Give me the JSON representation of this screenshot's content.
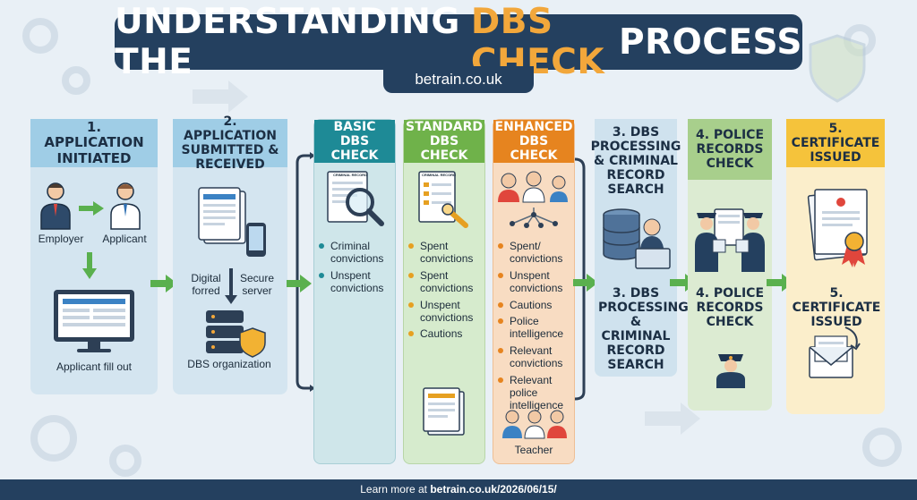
{
  "title": {
    "part1": "UNDERSTANDING THE",
    "accent": "DBS CHECK",
    "part2": "PROCESS"
  },
  "site": "betrain.co.uk",
  "steps": {
    "application_initiated": {
      "title": "1. APPLICATION INITIATED",
      "employer": "Employer",
      "applicant": "Applicant",
      "fill_out": "Applicant fill out"
    },
    "application_submitted": {
      "title": "2. APPLICATION SUBMITTED & RECEIVED",
      "digital_form": "Digital forred",
      "secure_server": "Secure server",
      "dbs_org": "DBS organization"
    },
    "basic": {
      "title": "BASIC DBS CHECK",
      "doc_label": "CRIMINAL RECORD",
      "items": [
        "Criminal convictions",
        "Unspent convictions"
      ]
    },
    "standard": {
      "title": "STANDARD DBS CHECK",
      "doc_label": "CRIMINAL RECORD",
      "items": [
        "Spent convictions",
        "Spent convictions",
        "Unspent convictions",
        "Cautions"
      ]
    },
    "enhanced": {
      "title": "ENHANCED DBS CHECK",
      "items": [
        "Spent/ convictions",
        "Unspent convictions",
        "Cautions",
        "Police intelligence",
        "Relevant convictions",
        "Relevant police intelligence"
      ],
      "teacher": "Teacher"
    },
    "processing": {
      "title": "3. DBS PROCESSING & CRIMINAL RECORD SEARCH",
      "title_repeat": "3. DBS PROCESSING & CRIMINAL RECORD SEARCH"
    },
    "police": {
      "title": "4. POLICE RECORDS CHECK",
      "title_repeat": "4. POLICE RECORDS CHECK"
    },
    "certificate": {
      "title": "5. CERTIFICATE ISSUED",
      "title_repeat": "5. CERTIFICATE ISSUED"
    }
  },
  "footer": {
    "prefix": "Learn more at",
    "link": "betrain.co.uk/2026/06/15/"
  },
  "colors": {
    "navy": "#24405f",
    "accent": "#f2a73b",
    "blue_panel": "#cfe2ee",
    "blue_head": "#9fcde6",
    "teal": "#1e8a96",
    "green": "#6fb24a",
    "orange": "#e6841f",
    "police_green": "#a8cf8c",
    "cert_yellow": "#f5c33b"
  },
  "icons": [
    "gear-icon",
    "shield-icon",
    "employer-icon",
    "applicant-icon",
    "monitor-icon",
    "document-icon",
    "phone-icon",
    "server-icon",
    "magnifier-icon",
    "people-icon",
    "database-icon",
    "police-icon",
    "certificate-icon",
    "envelope-icon",
    "arrow-icon"
  ]
}
